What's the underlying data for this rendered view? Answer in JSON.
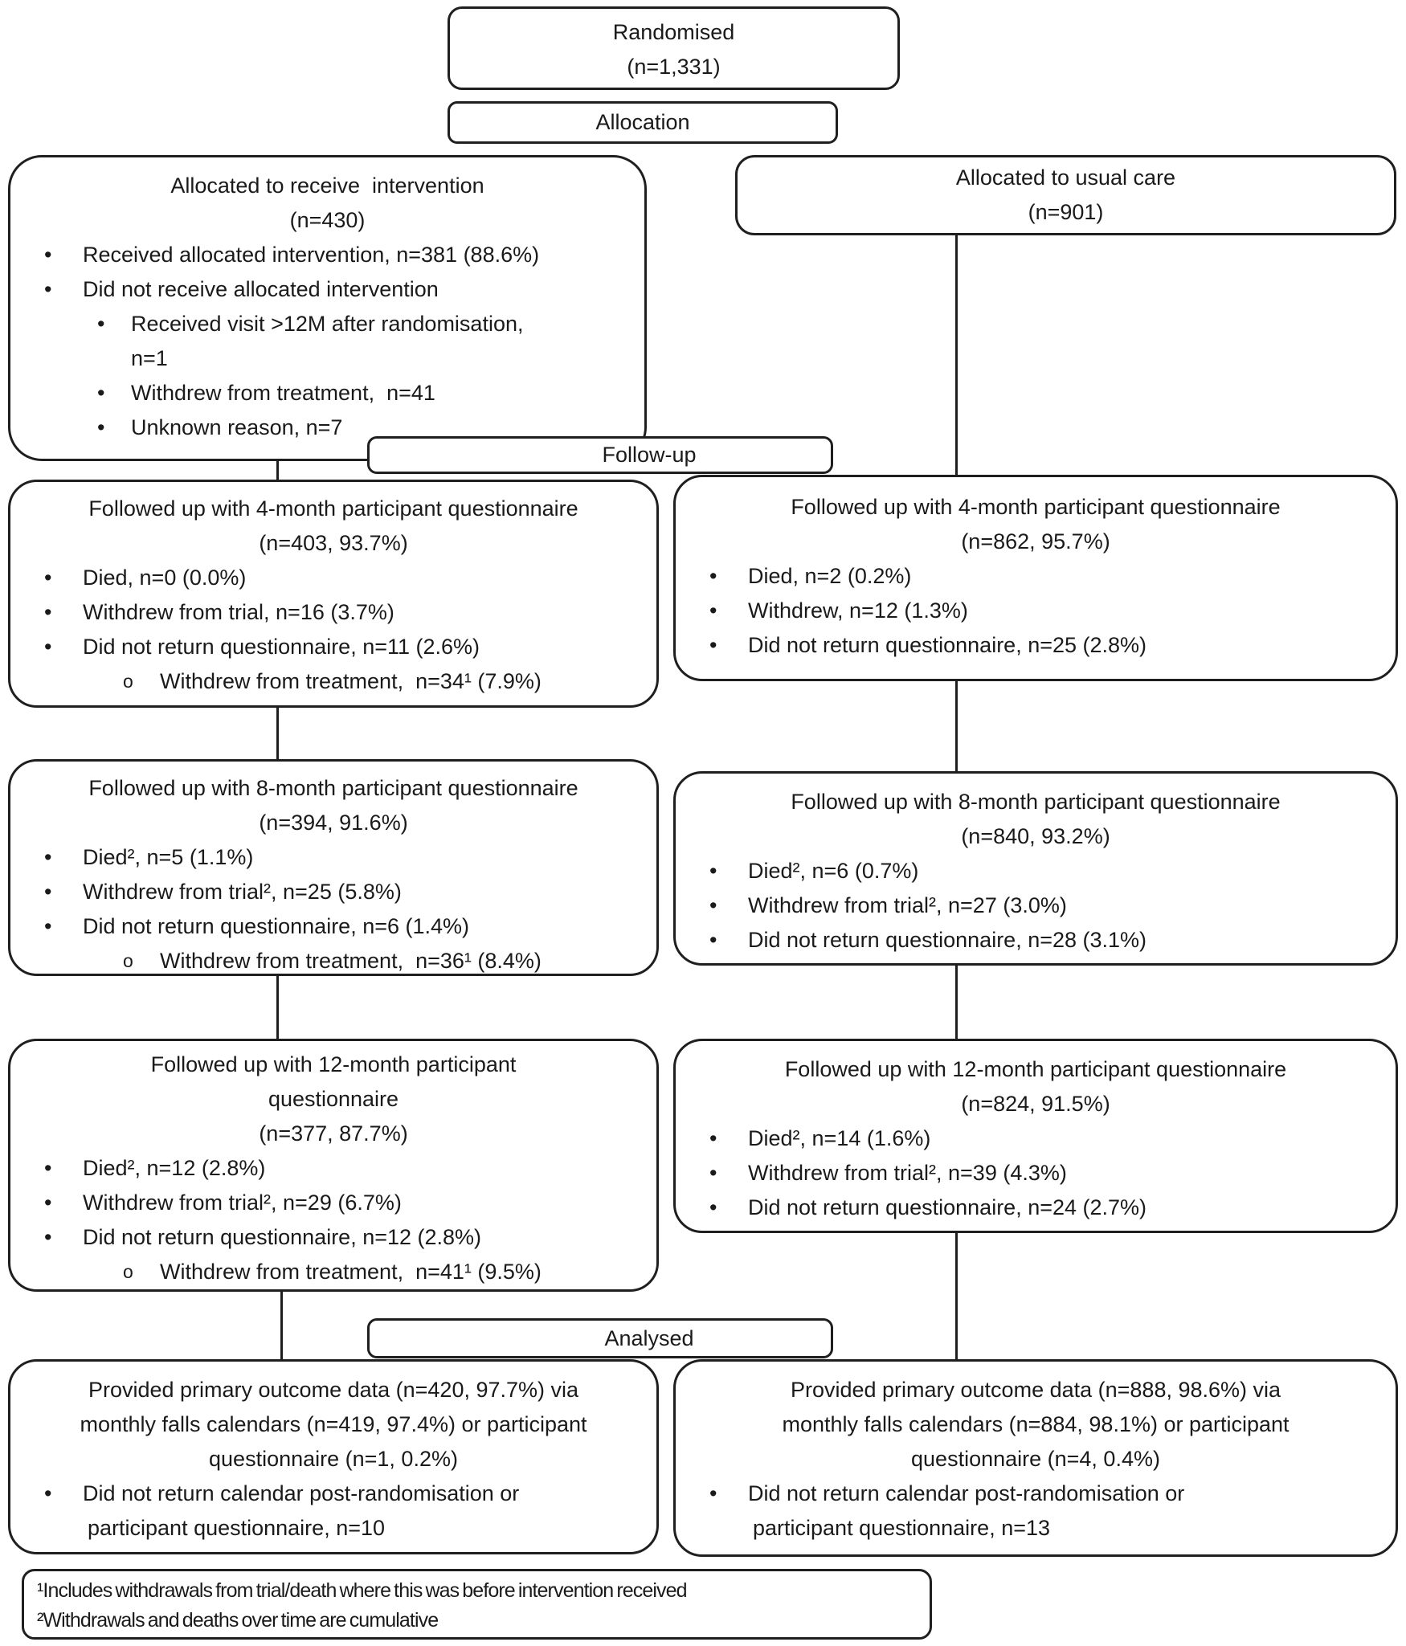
{
  "flow": {
    "randomised": {
      "name": "Randomised",
      "n": "(n=1,331)"
    },
    "banners": {
      "allocation": "Allocation",
      "followup": "Follow-up",
      "analysed": "Analysed"
    },
    "intervention": {
      "title": "Allocated to receive  intervention",
      "n": "(n=430)",
      "received": "Received allocated intervention, n=381 (88.6%)",
      "not_received": "Did not receive allocated intervention",
      "visit_line1": "Received visit >12M after randomisation,",
      "visit_line2": "n=1",
      "withdrew_treatment": "Withdrew from treatment,  n=41",
      "unknown": "Unknown reason, n=7"
    },
    "usual_care": {
      "title": "Allocated to usual care",
      "n": "(n=901)"
    },
    "fu4_intervention": {
      "title": "Followed up with 4-month participant questionnaire",
      "n": "(n=403, 93.7%)",
      "died": "Died, n=0 (0.0%)",
      "withdrew_trial": "Withdrew from trial, n=16 (3.7%)",
      "no_questionnaire": "Did not return questionnaire, n=11 (2.6%)",
      "withdrew_treatment": "Withdrew from treatment,  n=34¹ (7.9%)"
    },
    "fu4_usual": {
      "title": "Followed up with 4-month participant questionnaire",
      "n": "(n=862, 95.7%)",
      "died": "Died, n=2 (0.2%)",
      "withdrew_trial": "Withdrew, n=12 (1.3%)",
      "no_questionnaire": "Did not return questionnaire, n=25 (2.8%)"
    },
    "fu8_intervention": {
      "title": "Followed up with 8-month participant questionnaire",
      "n": "(n=394, 91.6%)",
      "died": "Died², n=5 (1.1%)",
      "withdrew_trial": "Withdrew from trial², n=25 (5.8%)",
      "no_questionnaire": "Did not return questionnaire, n=6 (1.4%)",
      "withdrew_treatment": "Withdrew from treatment,  n=36¹ (8.4%)"
    },
    "fu8_usual": {
      "title": "Followed up with 8-month participant questionnaire",
      "n": "(n=840, 93.2%)",
      "died": "Died², n=6 (0.7%)",
      "withdrew_trial": "Withdrew from trial², n=27 (3.0%)",
      "no_questionnaire": "Did not return questionnaire, n=28 (3.1%)"
    },
    "fu12_intervention": {
      "title_line1": "Followed up with 12-month participant",
      "title_line2": "questionnaire",
      "n": "(n=377, 87.7%)",
      "died": "Died², n=12 (2.8%)",
      "withdrew_trial": "Withdrew from trial², n=29 (6.7%)",
      "no_questionnaire": "Did not return questionnaire, n=12 (2.8%)",
      "withdrew_treatment": "Withdrew from treatment,  n=41¹ (9.5%)"
    },
    "fu12_usual": {
      "title": "Followed up with 12-month participant questionnaire",
      "n": "(n=824, 91.5%)",
      "died": "Died², n=14 (1.6%)",
      "withdrew_trial": "Withdrew from trial², n=39 (4.3%)",
      "no_questionnaire": "Did not return questionnaire, n=24 (2.7%)"
    },
    "analysed_intervention": {
      "line1": "Provided primary outcome data (n=420, 97.7%) via",
      "line2": "monthly falls calendars (n=419, 97.4%) or participant",
      "line3": "questionnaire (n=1, 0.2%)",
      "bullet_line1": "Did not return calendar post-randomisation or",
      "bullet_line2": "participant questionnaire, n=10"
    },
    "analysed_usual": {
      "line1": "Provided primary outcome data (n=888, 98.6%) via",
      "line2": "monthly falls calendars (n=884, 98.1%) or participant",
      "line3": "questionnaire (n=4, 0.4%)",
      "bullet_line1": "Did not return calendar post-randomisation or",
      "bullet_line2": "participant questionnaire, n=13"
    },
    "footnotes": {
      "line1": "¹Includes withdrawals from trial/death where this was before intervention received",
      "line2": "²Withdrawals and deaths over time are cumulative"
    }
  }
}
